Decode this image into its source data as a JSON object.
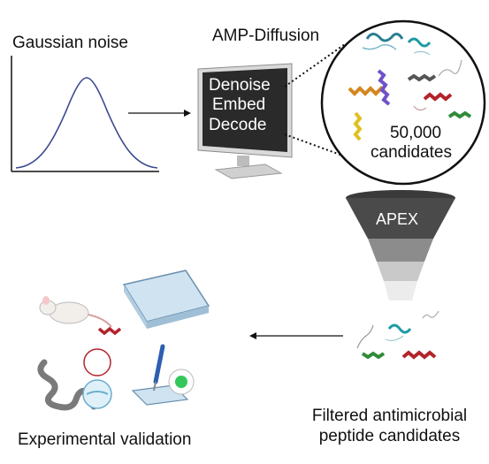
{
  "left": {
    "title": "Gaussian noise"
  },
  "monitor": {
    "title": "AMP-Diffusion",
    "steps": [
      "Denoise",
      "Embed",
      "Decode"
    ]
  },
  "candidates": {
    "count": "50,000",
    "label": "candidates"
  },
  "funnel": {
    "label": "APEX"
  },
  "filtered": {
    "line1": "Filtered antimicrobial",
    "line2": "peptide candidates"
  },
  "validation": {
    "label": "Experimental validation"
  },
  "colors": {
    "curve": "#3b4a8f",
    "screen": "#2a2a2a",
    "funnel_dark": "#4a4a4a"
  }
}
